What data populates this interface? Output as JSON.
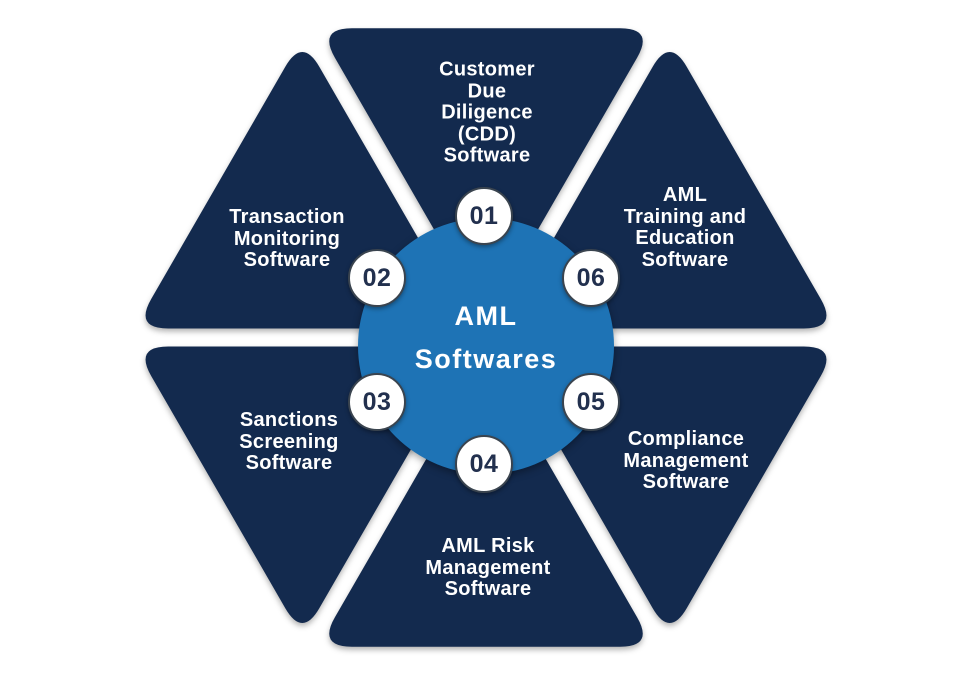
{
  "diagram_title": "AML Softwares",
  "center": {
    "title_line1": "AML",
    "title_line2": "Softwares"
  },
  "petals": [
    {
      "number": "01",
      "position": "top",
      "label": "Customer\nDue\nDiligence\n(CDD)\nSoftware"
    },
    {
      "number": "02",
      "position": "upper-left",
      "label": "Transaction\nMonitoring\nSoftware"
    },
    {
      "number": "03",
      "position": "lower-left",
      "label": "Sanctions\nScreening\nSoftware"
    },
    {
      "number": "04",
      "position": "bottom",
      "label": "AML Risk\nManagement\nSoftware"
    },
    {
      "number": "05",
      "position": "lower-right",
      "label": "Compliance\nManagement\nSoftware"
    },
    {
      "number": "06",
      "position": "upper-right",
      "label": "AML\nTraining and\nEducation\nSoftware"
    }
  ],
  "colors": {
    "background": "#ffffff",
    "petal": "#132a4e",
    "hub": "#1e73b5",
    "label_text": "#ffffff",
    "badge_bg": "#ffffff",
    "badge_border": "#3a444f",
    "badge_text": "#22304e"
  }
}
